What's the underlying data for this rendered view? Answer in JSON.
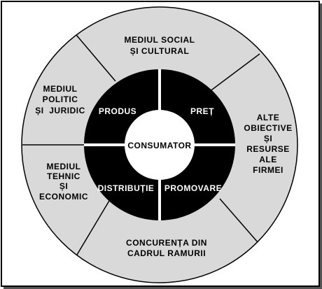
{
  "colors": {
    "outer_ring": "#d9d9d9",
    "inner_ring": "#000000",
    "core": "#ffffff",
    "lines": "#000000"
  },
  "core": {
    "label": "CONSUMATOR"
  },
  "marketing_mix": [
    {
      "key": "produs",
      "label": "PRODUS"
    },
    {
      "key": "pret",
      "label": "PREȚ"
    },
    {
      "key": "distributie",
      "label": "DISTRIBUȚIE"
    },
    {
      "key": "promovare",
      "label": "PROMOVARE"
    }
  ],
  "environment": [
    {
      "key": "social",
      "lines": [
        "MEDIUL SOCIAL",
        "ȘI CULTURAL"
      ]
    },
    {
      "key": "firma",
      "lines": [
        "ALTE",
        "OBIECTIVE",
        "ȘI",
        "RESURSE",
        "ALE",
        "FIRMEI"
      ]
    },
    {
      "key": "concurenta",
      "lines": [
        "CONCURENȚA DIN",
        "CADRUL RAMURII"
      ]
    },
    {
      "key": "tehnic",
      "lines": [
        "MEDIUL",
        "TEHNIC",
        "ȘI",
        "ECONOMIC"
      ]
    },
    {
      "key": "politic",
      "lines": [
        "MEDIUL",
        "POLITIC",
        "ȘI  JURIDIC"
      ]
    }
  ]
}
